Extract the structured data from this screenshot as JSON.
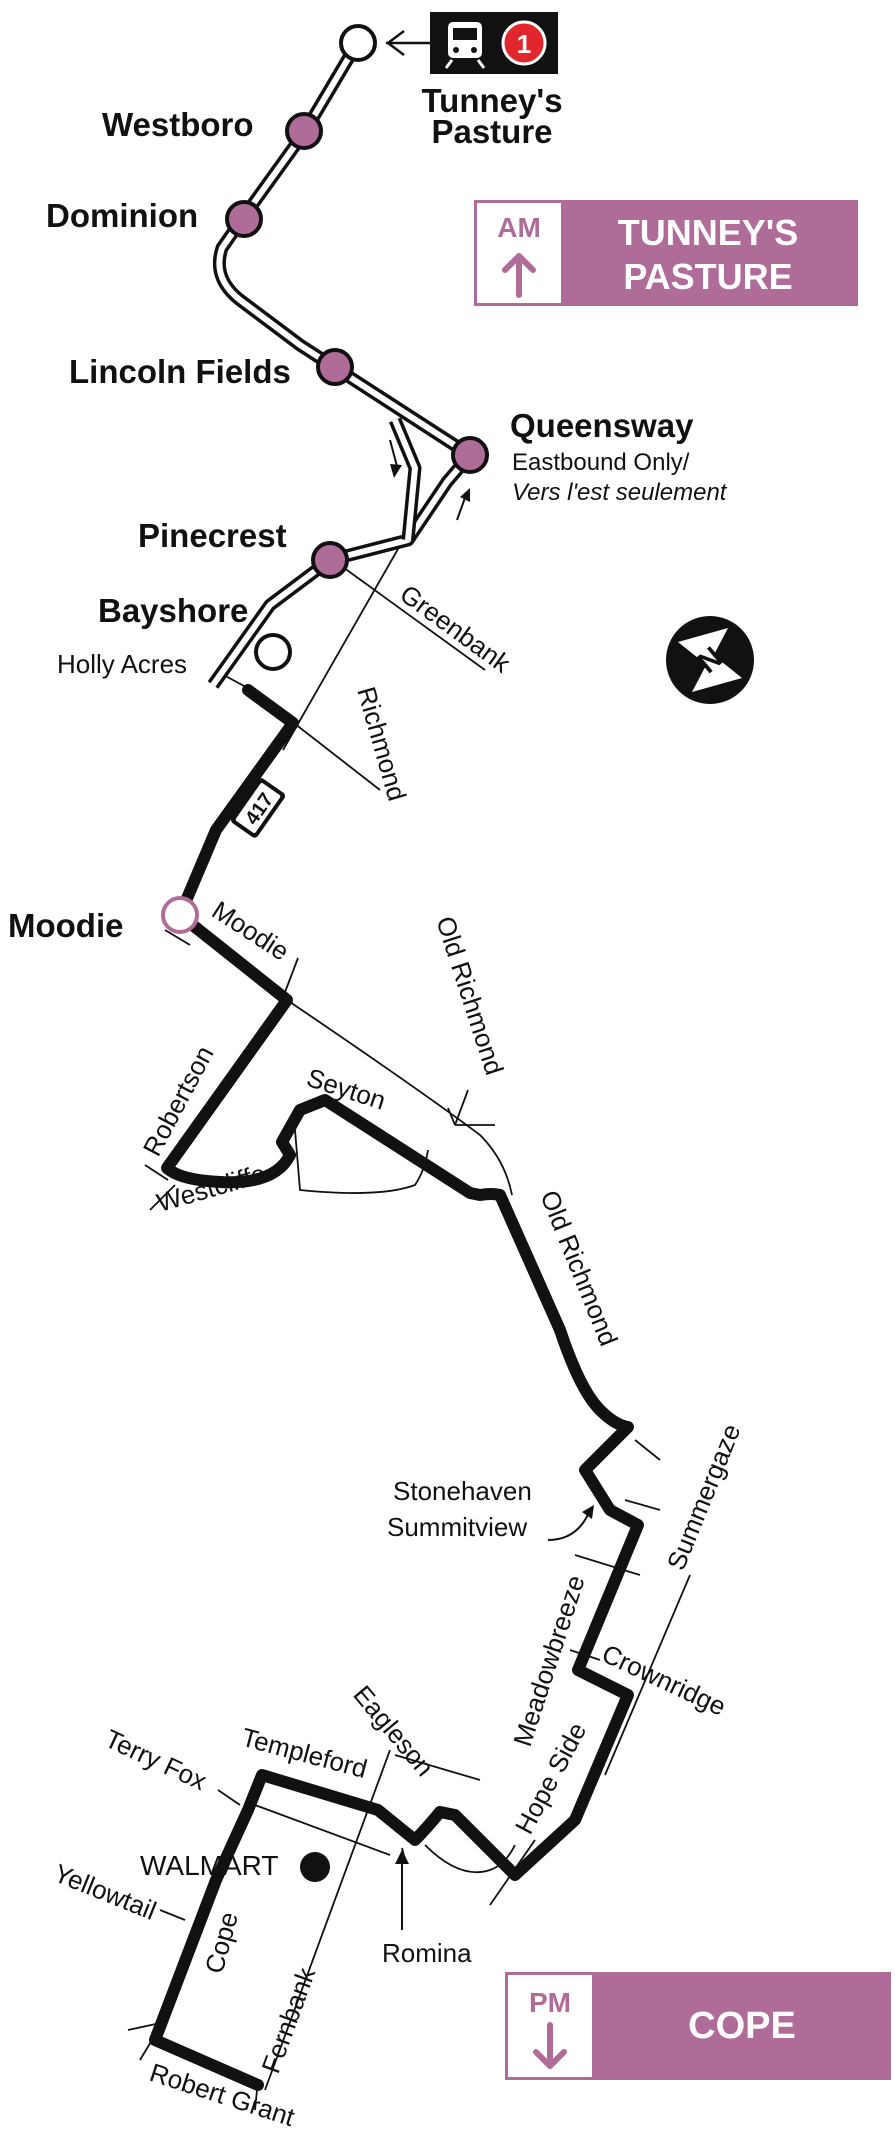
{
  "colors": {
    "route": "#111111",
    "accent": "#b06c98",
    "rail_station_fill": "#ffffff",
    "tag_red": "#e1262c"
  },
  "start_tag": {
    "icon": "train-icon",
    "line_number": "1",
    "station_line1": "Tunney's",
    "station_line2": "Pasture"
  },
  "stations": {
    "westboro": "Westboro",
    "dominion": "Dominion",
    "lincoln_fields": "Lincoln Fields",
    "queensway": "Queensway",
    "queensway_note_1": "Eastbound Only/",
    "queensway_note_2": "Vers l'est seulement",
    "pinecrest": "Pinecrest",
    "bayshore": "Bayshore",
    "moodie": "Moodie"
  },
  "streets": {
    "greenbank": "Greenbank",
    "holly_acres": "Holly Acres",
    "richmond": "Richmond",
    "hwy_number": "417",
    "moodie": "Moodie",
    "old_richmond_1": "Old Richmond",
    "old_richmond_2": "Old Richmond",
    "robertson": "Robertson",
    "seyton": "Seyton",
    "westcliffe": "Westcliffe",
    "stonehaven": "Stonehaven",
    "summitview": "Summitview",
    "summergaze": "Summergaze",
    "meadowbreeze": "Meadowbreeze",
    "crownridge": "Crownridge",
    "eagleson": "Eagleson",
    "hope_side": "Hope Side",
    "templeford": "Templeford",
    "terry_fox": "Terry Fox",
    "walmart": "WALMART",
    "romina": "Romina",
    "yellowtail": "Yellowtail",
    "cope": "Cope",
    "fernbank": "Fernbank",
    "robert_grant": "Robert Grant"
  },
  "destinations": {
    "am": {
      "period": "AM",
      "line1": "TUNNEY'S",
      "line2": "PASTURE",
      "arrow_icon": "arrow-up-icon"
    },
    "pm": {
      "period": "PM",
      "line1": "COPE",
      "arrow_icon": "arrow-down-icon"
    }
  },
  "north_arrow": {
    "letter": "N",
    "icon": "north-arrow-icon"
  }
}
